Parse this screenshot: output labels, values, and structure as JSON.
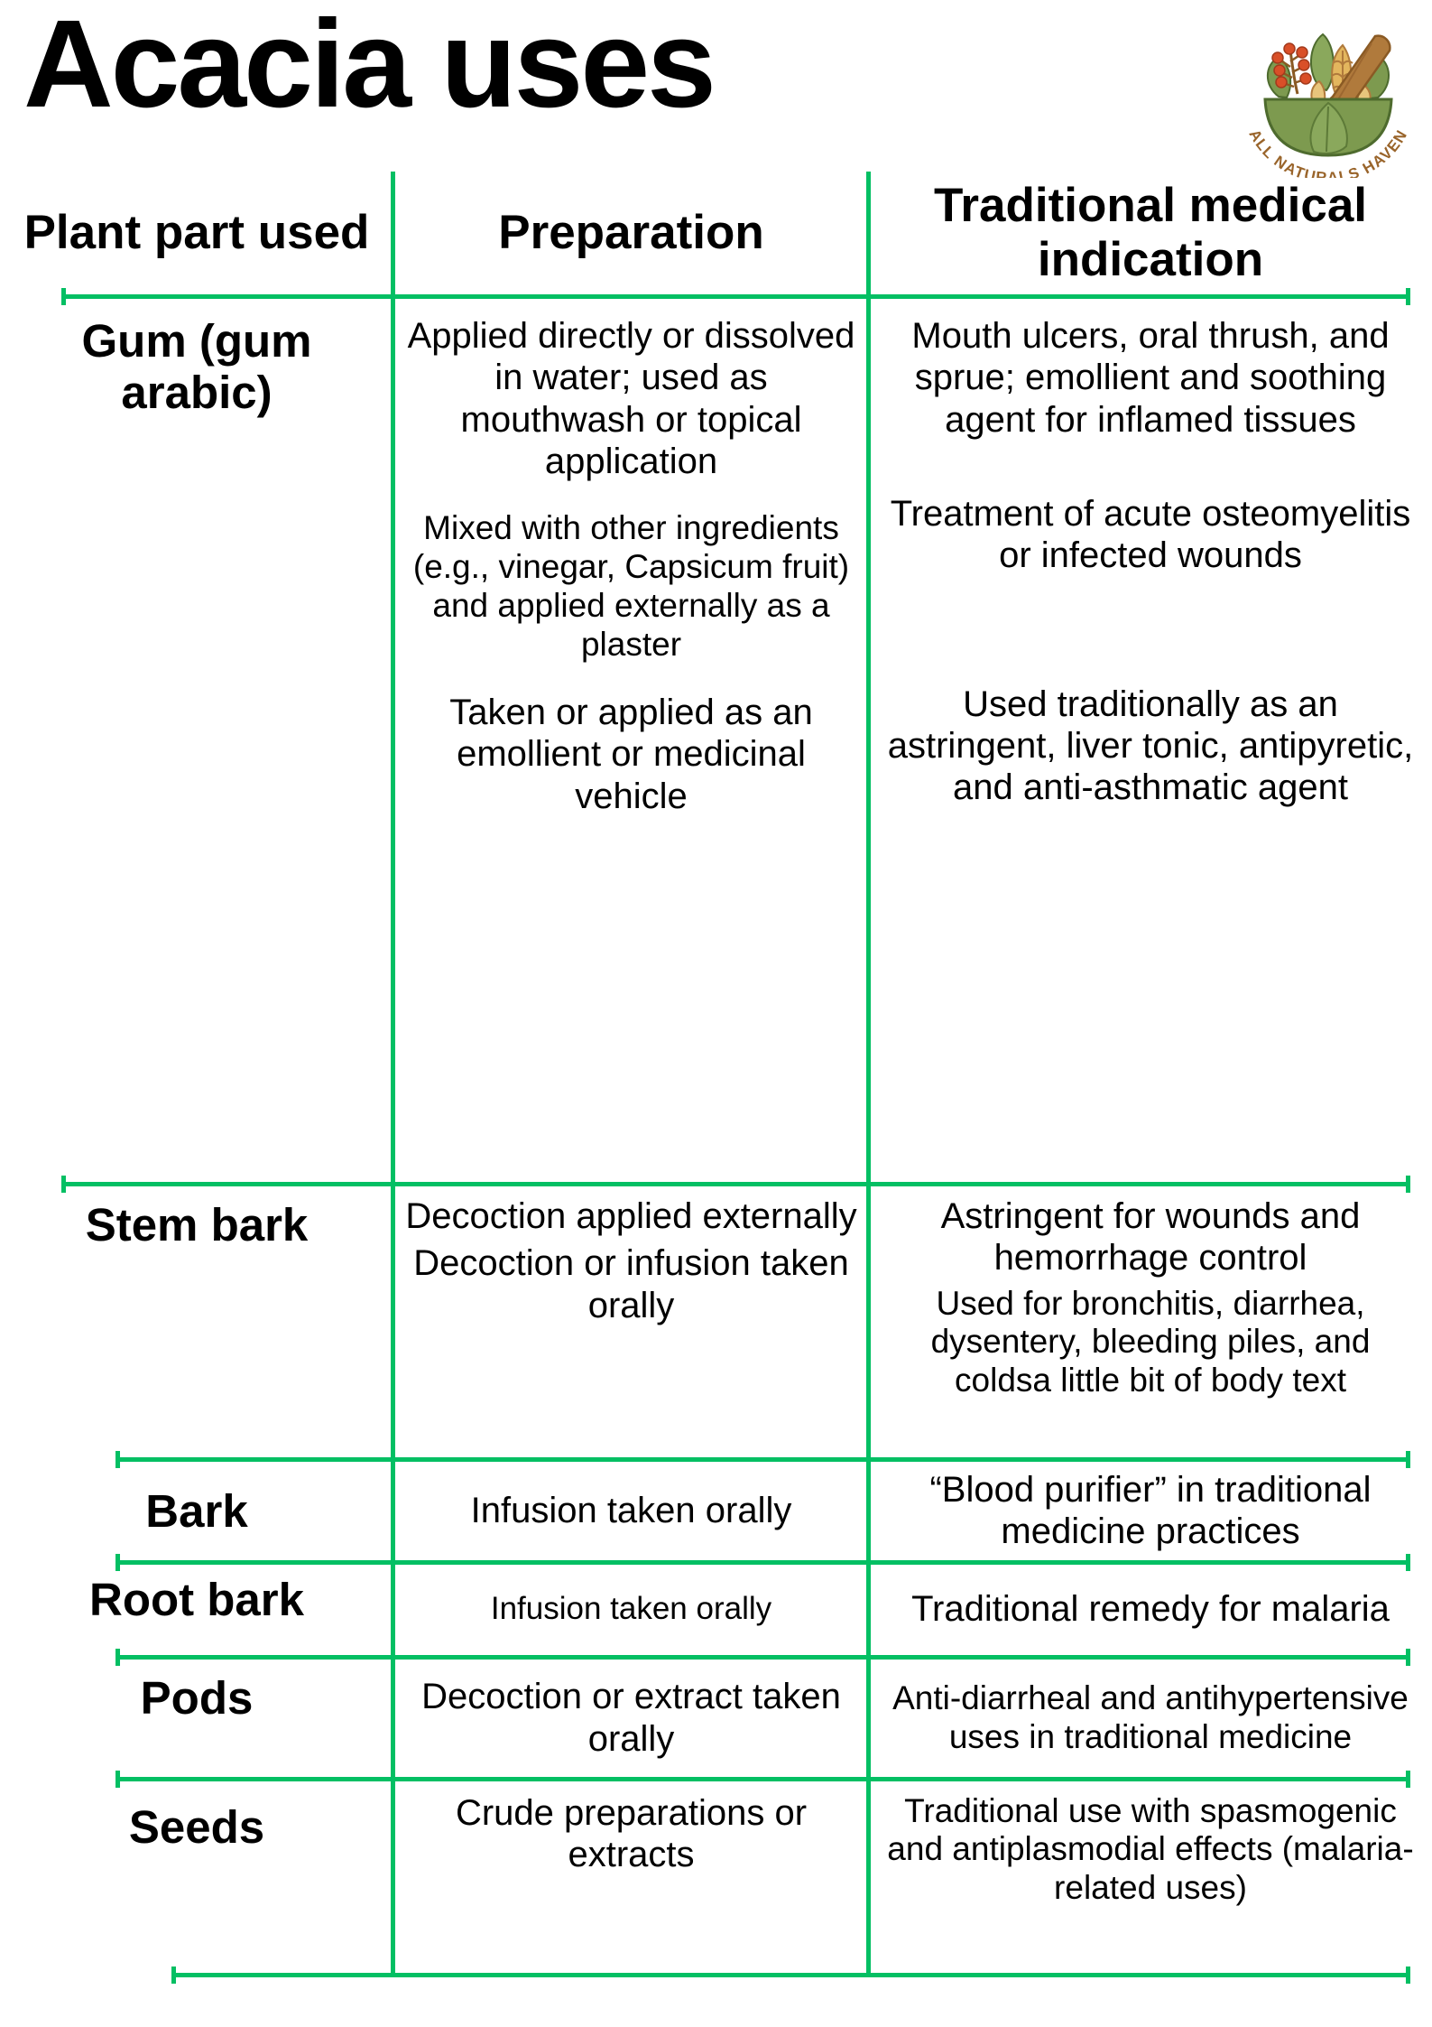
{
  "page": {
    "title": "Acacia uses",
    "accent_green": "#03bf63",
    "background": "#ffffff"
  },
  "logo": {
    "name": "all-naturals-haven-logo",
    "brand_text": "ALL NATURALS HAVEN",
    "description": "mortar and pestle with herbs",
    "colors": {
      "bowl_green": "#7d9a4f",
      "bowl_green_dark": "#5d7a38",
      "pestle_brown": "#b07a3c",
      "pestle_brown_dark": "#8a5a24",
      "wheat_tan": "#e3b65e",
      "berry_orange": "#d94f28",
      "text_brown": "#99642a"
    }
  },
  "table": {
    "headers": [
      "Plant part used",
      "Preparation",
      "Traditional medical indication"
    ],
    "rows": [
      {
        "part": "Gum (gum arabic)",
        "entries": [
          {
            "preparation": "Applied directly or dissolved in water; used as mouthwash or topical application",
            "indication": "Mouth ulcers, oral thrush, and sprue; emollient and soothing agent for inflamed tissues"
          },
          {
            "preparation": "Mixed with other ingredients (e.g., vinegar, Capsicum fruit) and applied externally as a plaster",
            "indication": "Treatment of acute osteomyelitis or infected wounds"
          },
          {
            "preparation": "Taken or applied as an emollient or medicinal vehicle",
            "indication": "Used traditionally as an astringent, liver tonic, antipyretic, and anti-asthmatic agent"
          }
        ]
      },
      {
        "part": "Stem bark",
        "entries": [
          {
            "preparation": "Decoction applied externally",
            "indication": "Astringent for wounds and hemorrhage control"
          },
          {
            "preparation": "Decoction or infusion taken orally",
            "indication": "Used for bronchitis, diarrhea, dysentery, bleeding piles, and coldsa little bit of body text"
          }
        ]
      },
      {
        "part": "Bark",
        "entries": [
          {
            "preparation": "Infusion taken orally",
            "indication": "“Blood purifier” in traditional medicine practices"
          }
        ]
      },
      {
        "part": "Root bark",
        "entries": [
          {
            "preparation": "Infusion taken orally",
            "indication": "Traditional remedy for malaria"
          }
        ]
      },
      {
        "part": "Pods",
        "entries": [
          {
            "preparation": "Decoction or extract taken orally",
            "indication": "Anti-diarrheal and antihypertensive uses in traditional medicine"
          }
        ]
      },
      {
        "part": "Seeds",
        "entries": [
          {
            "preparation": "Crude preparations or extracts",
            "indication": "Traditional use with spasmogenic and antiplasmodial effects (malaria-related uses)"
          }
        ]
      }
    ]
  }
}
